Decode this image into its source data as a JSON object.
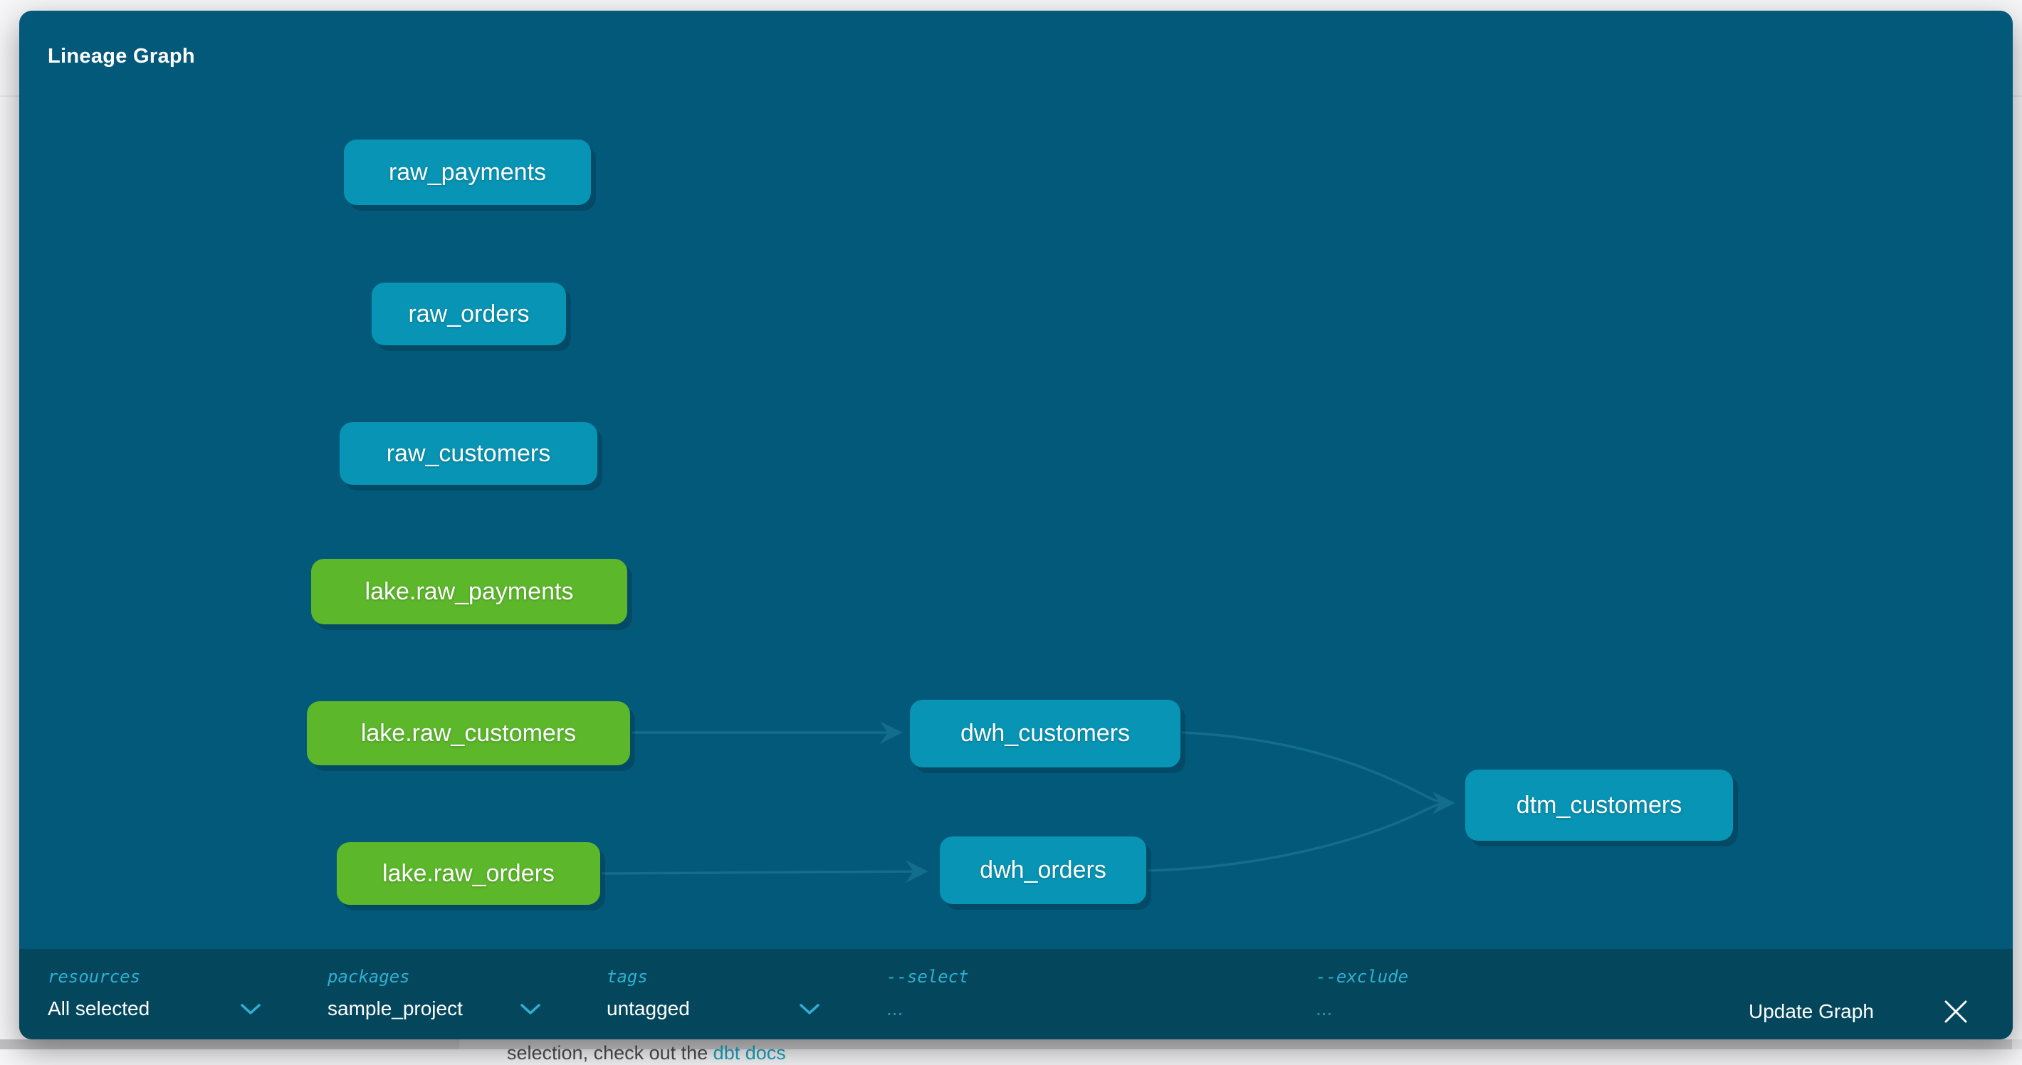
{
  "window": {
    "title": "Lineage Graph"
  },
  "graph": {
    "nodes": [
      {
        "id": "raw_payments",
        "label": "raw_payments",
        "color": "blue"
      },
      {
        "id": "raw_orders",
        "label": "raw_orders",
        "color": "blue"
      },
      {
        "id": "raw_customers",
        "label": "raw_customers",
        "color": "blue"
      },
      {
        "id": "lake.raw_payments",
        "label": "lake.raw_payments",
        "color": "green"
      },
      {
        "id": "lake.raw_customers",
        "label": "lake.raw_customers",
        "color": "green"
      },
      {
        "id": "lake.raw_orders",
        "label": "lake.raw_orders",
        "color": "green"
      },
      {
        "id": "dwh_customers",
        "label": "dwh_customers",
        "color": "blue"
      },
      {
        "id": "dwh_orders",
        "label": "dwh_orders",
        "color": "blue"
      },
      {
        "id": "dtm_customers",
        "label": "dtm_customers",
        "color": "blue"
      }
    ],
    "edges": [
      {
        "from": "lake.raw_customers",
        "to": "dwh_customers"
      },
      {
        "from": "lake.raw_orders",
        "to": "dwh_orders"
      },
      {
        "from": "dwh_customers",
        "to": "dtm_customers"
      },
      {
        "from": "dwh_orders",
        "to": "dtm_customers"
      }
    ]
  },
  "filter_bar": {
    "filters": [
      {
        "name": "resources",
        "label": "resources",
        "value": "All selected",
        "has_chevron": true
      },
      {
        "name": "packages",
        "label": "packages",
        "value": "sample_project",
        "has_chevron": true
      },
      {
        "name": "tags",
        "label": "tags",
        "value": "untagged",
        "has_chevron": true
      },
      {
        "name": "select",
        "label": "--select",
        "value": "...",
        "has_chevron": false
      },
      {
        "name": "exclude",
        "label": "--exclude",
        "value": "...",
        "has_chevron": false
      }
    ],
    "update_button_label": "Update Graph"
  },
  "underlying_page": {
    "partial_text": "selection, check out the ",
    "link_text": "dbt docs"
  },
  "colors": {
    "modal_bg": "#03597a",
    "bar_bg": "#04465c",
    "node_blue": "#0894b4",
    "node_green": "#5cb72b",
    "edge": "#136d8c",
    "label_cyan": "#2fb0d2"
  }
}
